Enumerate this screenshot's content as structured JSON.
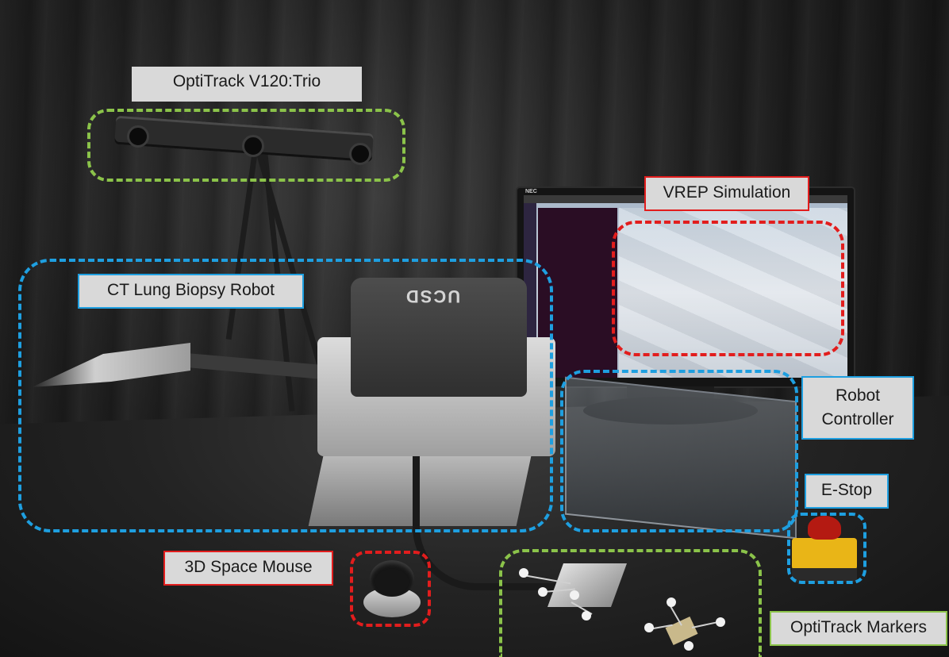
{
  "labels": {
    "optitrack_trio": "OptiTrack V120:Trio",
    "vrep_simulation": "VREP Simulation",
    "ct_robot": "CT Lung Biopsy Robot",
    "robot_controller_line1": "Robot",
    "robot_controller_line2": "Controller",
    "estop": "E-Stop",
    "space_mouse": "3D Space Mouse",
    "optitrack_markers": "OptiTrack Markers"
  },
  "device_text": {
    "robot_cover": "UCSD",
    "monitor_brand": "NEC"
  },
  "colors": {
    "green_outline": "#8bc34a",
    "blue_outline": "#1e9fe0",
    "red_outline": "#e21d1d",
    "label_bg": "#d9d9d9"
  }
}
